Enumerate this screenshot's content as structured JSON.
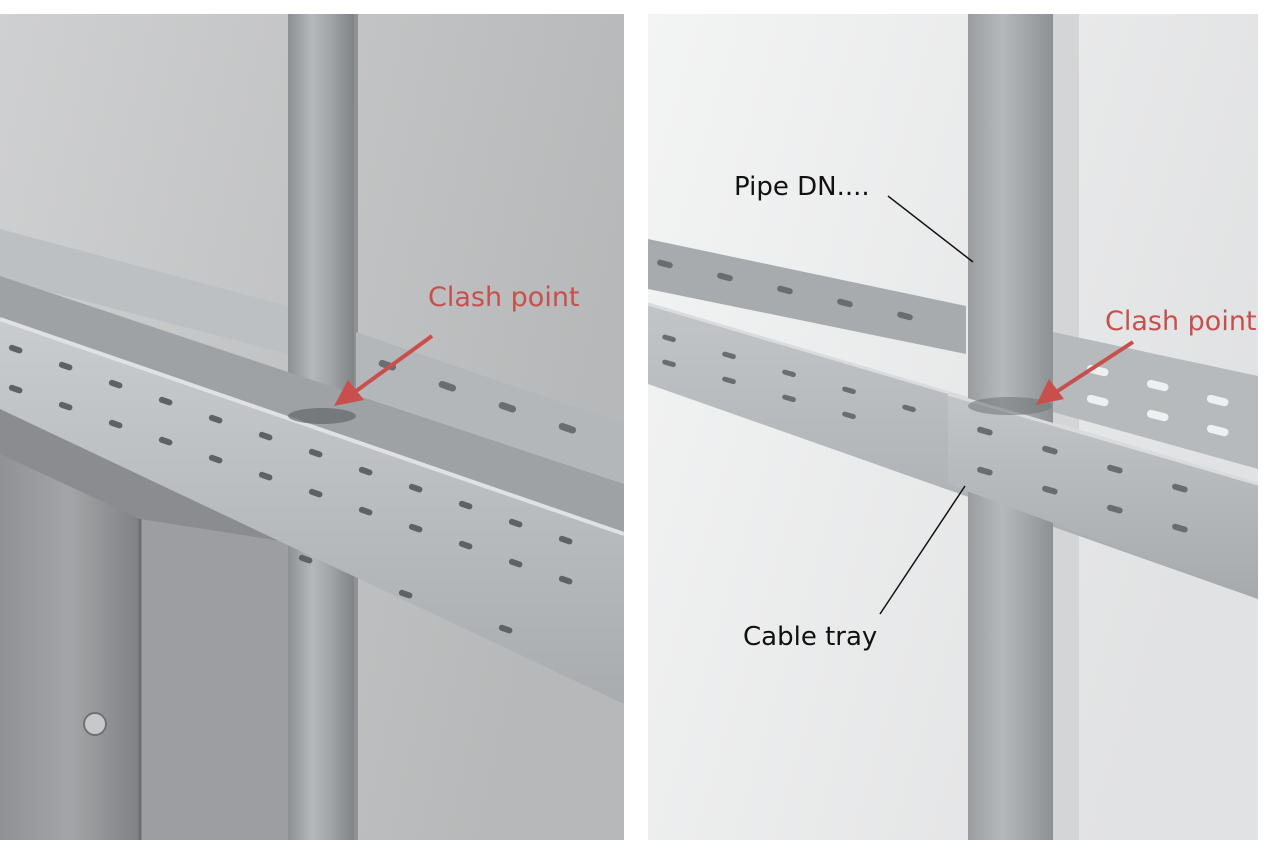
{
  "colors": {
    "annotation_red": "#c8504c",
    "annotation_dark": "#111111",
    "tray_metal": "#b8bbbe",
    "pipe_grey": "#a9acaf",
    "wall_left": "#c9cacb",
    "wall_right": "#e9eaeb"
  },
  "left_photo": {
    "annotation": "Clash point"
  },
  "right_photo": {
    "pipe_label": "Pipe DN....",
    "clash_label": "Clash point",
    "tray_label": "Cable tray"
  }
}
